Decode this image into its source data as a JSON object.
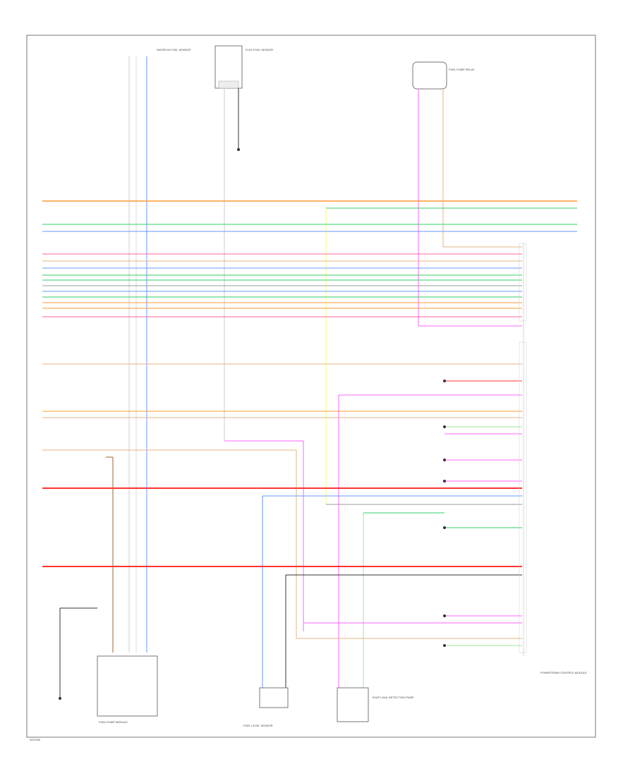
{
  "wire_colors": {
    "orange": "#ff9933",
    "green": "#33cc66",
    "blue": "#6699ff",
    "pink": "#ff6699",
    "tan": "#e6b380",
    "red": "#ff3333",
    "yellow": "#ffff66",
    "magenta": "#ff66ff",
    "gray": "#999999",
    "black": "#333333",
    "brown": "#996633",
    "light_green": "#99e699"
  },
  "components": {
    "top_left_label": "WATER IN FUEL SENSOR",
    "top_mid_label": "FLEX FUEL SENSOR",
    "top_right_label": "FUEL PUMP RELAY",
    "right_module_label": "POWERTRAIN CONTROL MODULE",
    "bottom_left_label": "FUEL PUMP MODULE",
    "bottom_mid_label": "FUEL LEVEL SENSOR",
    "bottom_right_label": "EVAP LEAK DETECTION PUMP"
  },
  "footer": {
    "code": "W12345"
  }
}
